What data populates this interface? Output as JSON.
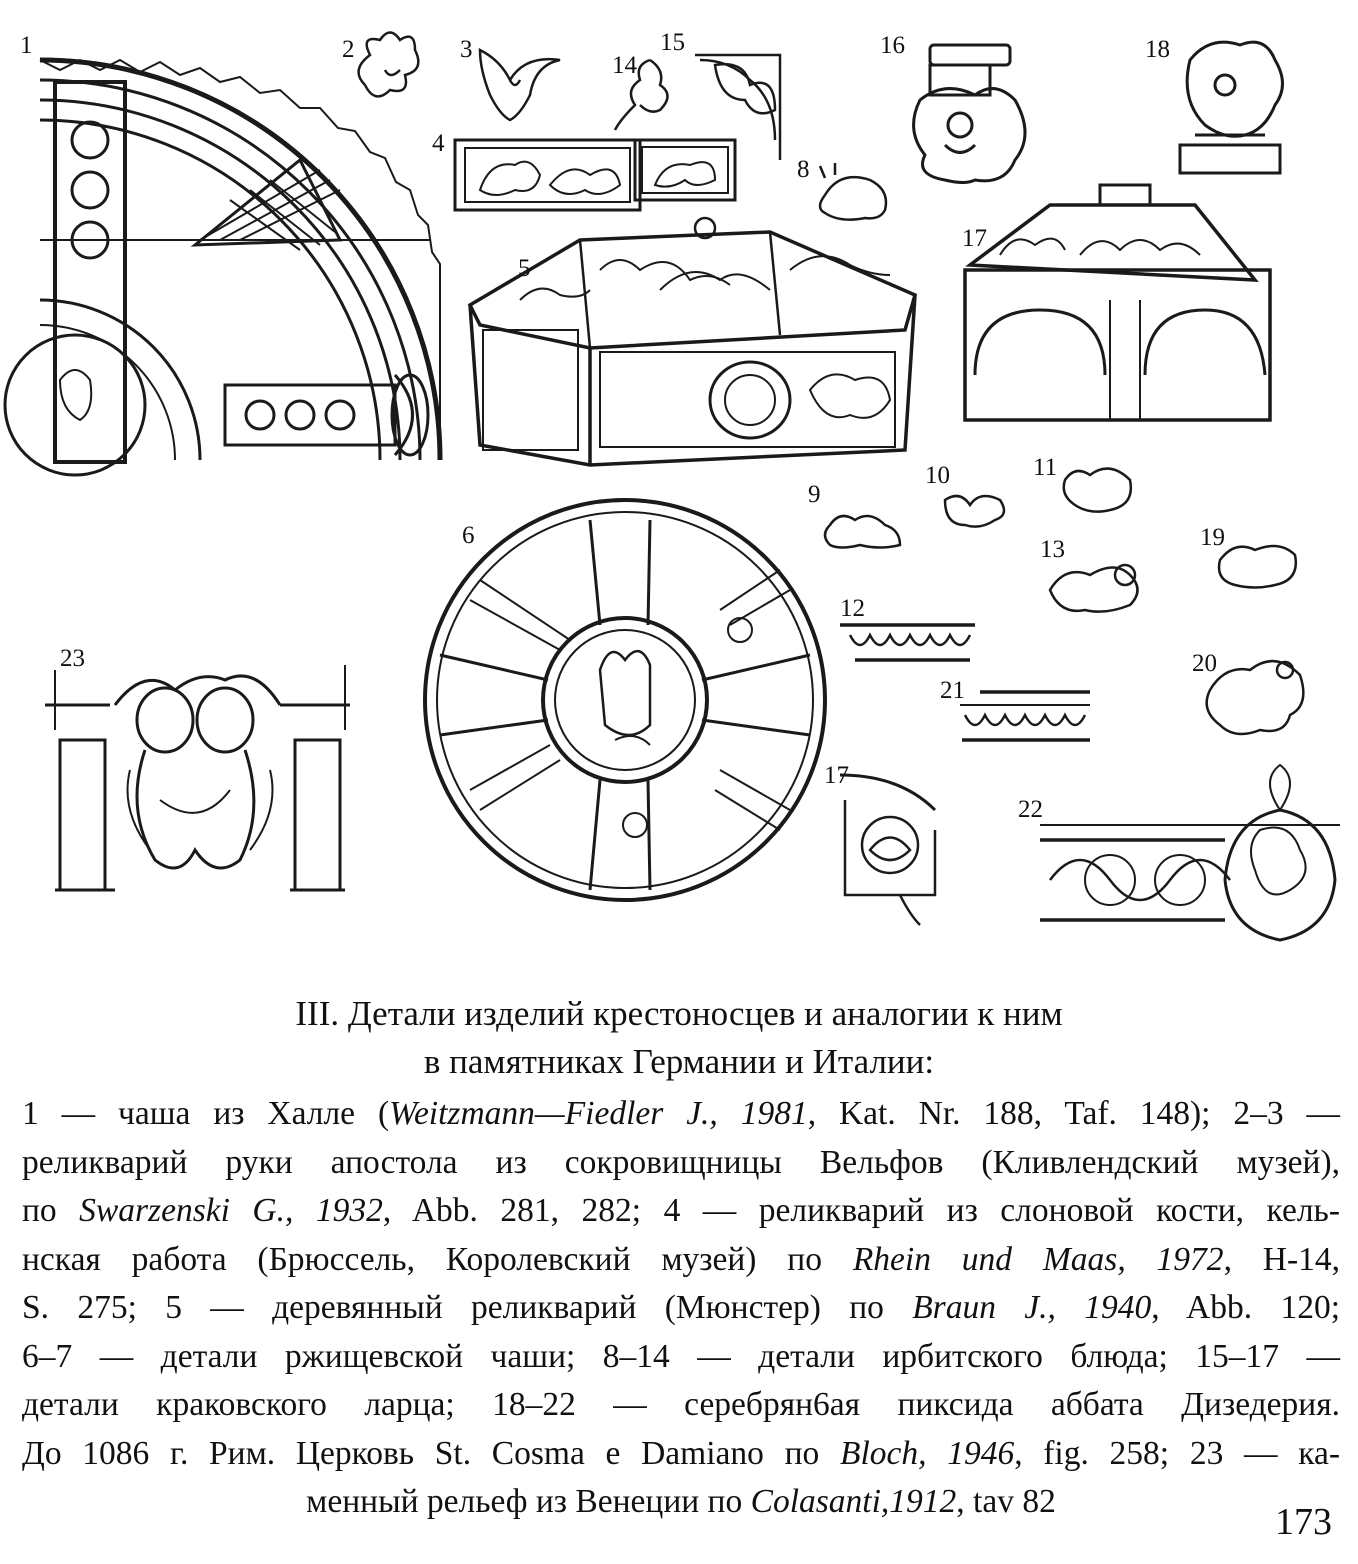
{
  "figure": {
    "labels": [
      "1",
      "2",
      "3",
      "14",
      "15",
      "16",
      "18",
      "4",
      "8",
      "5",
      "17",
      "6",
      "9",
      "10",
      "11",
      "13",
      "19",
      "12",
      "23",
      "20",
      "21",
      "17",
      "22"
    ],
    "motifs": [
      "chalice-ornament-icon",
      "leaf-icon",
      "leaf-icon",
      "leaf-icon",
      "corner-leaf-icon",
      "buckle-ornament-icon",
      "fleur-ornament-icon",
      "ivory-plaque-icon",
      "rabbit-icon",
      "casket-icon",
      "casket-icon",
      "chalice-disc-icon",
      "lion-icon",
      "griffin-icon",
      "bird-icon",
      "sphinx-icon",
      "bird-icon",
      "frieze-icon",
      "relief-icon",
      "griffin-icon",
      "frieze-icon",
      "corner-ornament-icon",
      "pyxis-frieze-icon"
    ]
  },
  "caption": {
    "title_line1": "III. Детали изделий крестоносцев и аналогии к ним",
    "title_line2": "в памятниках Германии и Италии:",
    "lines": [
      {
        "pre": "1 — чаша из Халле (",
        "it": "Weitzmann—Fiedler J., 1981",
        "post": ", Kat. Nr. 188, Taf. 148); 2–3 —"
      },
      {
        "pre": "реликварий руки апостола из сокровищницы Вельфов (Кливлендский музей),",
        "it": "",
        "post": ""
      },
      {
        "pre": "по ",
        "it": "Swarzenski G., 1932",
        "post": ", Abb. 281, 282; 4 — реликварий из слоновой кости, кель-"
      },
      {
        "pre": "нская работа (Брюссель, Королевский музей) по ",
        "it": "Rhein und Maas, 1972",
        "post": ", H-14,"
      },
      {
        "pre": "S. 275; 5 — деревянный реликварий (Мюнстер) по ",
        "it": "Braun J., 1940",
        "post": ", Abb. 120;"
      },
      {
        "pre": "6–7 — детали ржищевской чаши; 8–14 — детали ирбитского блюда; 15–17 —",
        "it": "",
        "post": ""
      },
      {
        "pre": "детали краковского ларца; 18–22 — серебрян6ая пиксида аббата Дизедерия.",
        "it": "",
        "post": ""
      },
      {
        "pre": "До 1086 г. Рим. Церковь St. Cosma e Damiano по ",
        "it": "Bloch, 1946",
        "post": ", fig. 258; 23 — ка-"
      },
      {
        "pre": "менный рельеф из Венеции по ",
        "it": "Colasanti,1912",
        "post": ", tav 82"
      }
    ]
  },
  "page_number": "173"
}
